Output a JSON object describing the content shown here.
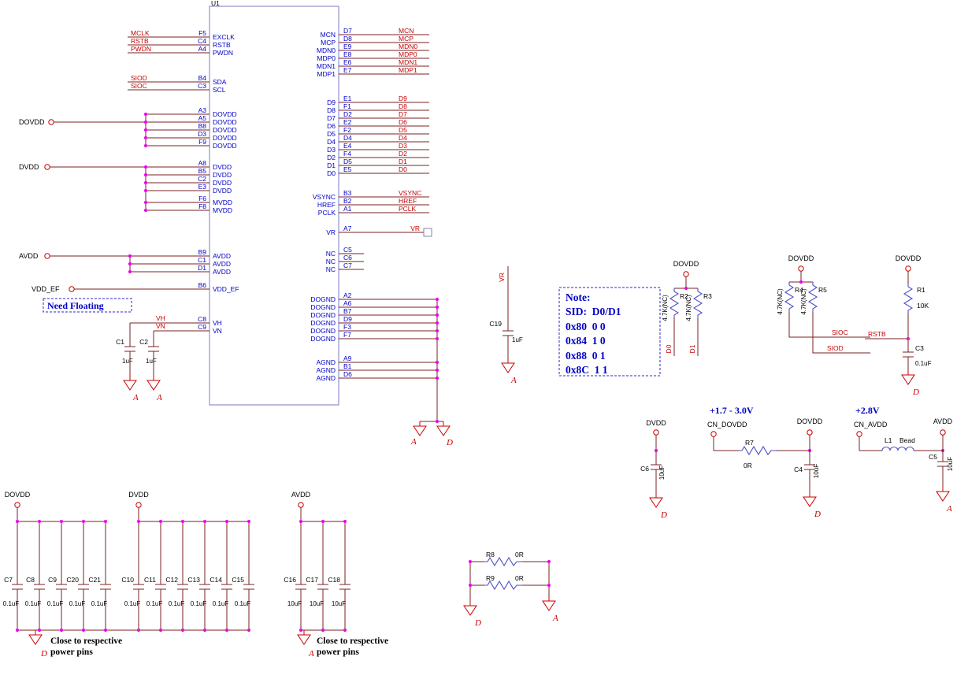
{
  "ic": {
    "refdes": "U1",
    "left": [
      {
        "num": "F5",
        "name": "EXCLK",
        "net": "MCLK"
      },
      {
        "num": "C4",
        "name": "RSTB",
        "net": "RSTB"
      },
      {
        "num": "A4",
        "name": "PWDN",
        "net": "PWDN"
      },
      {
        "num": "B4",
        "name": "SDA",
        "net": "SIOD"
      },
      {
        "num": "C3",
        "name": "SCL",
        "net": "SIOC"
      },
      {
        "num": "A3",
        "name": "DOVDD"
      },
      {
        "num": "A5",
        "name": "DOVDD"
      },
      {
        "num": "B8",
        "name": "DOVDD"
      },
      {
        "num": "D3",
        "name": "DOVDD"
      },
      {
        "num": "F9",
        "name": "DOVDD"
      },
      {
        "num": "A8",
        "name": "DVDD"
      },
      {
        "num": "B5",
        "name": "DVDD"
      },
      {
        "num": "C2",
        "name": "DVDD"
      },
      {
        "num": "E3",
        "name": "DVDD"
      },
      {
        "num": "F6",
        "name": "MVDD"
      },
      {
        "num": "F8",
        "name": "MVDD"
      },
      {
        "num": "B9",
        "name": "AVDD"
      },
      {
        "num": "C1",
        "name": "AVDD"
      },
      {
        "num": "D1",
        "name": "AVDD"
      },
      {
        "num": "B6",
        "name": "VDD_EF"
      },
      {
        "num": "C8",
        "name": "VH",
        "net": "VH"
      },
      {
        "num": "C9",
        "name": "VN",
        "net": "VN"
      }
    ],
    "right": [
      {
        "num": "D7",
        "name": "MCN",
        "net": "MCN"
      },
      {
        "num": "D8",
        "name": "MCP",
        "net": "MCP"
      },
      {
        "num": "E9",
        "name": "MDN0",
        "net": "MDN0"
      },
      {
        "num": "E8",
        "name": "MDP0",
        "net": "MDP0"
      },
      {
        "num": "E6",
        "name": "MDN1",
        "net": "MDN1"
      },
      {
        "num": "E7",
        "name": "MDP1",
        "net": "MDP1"
      },
      {
        "num": "E1",
        "name": "D9",
        "net": "D9"
      },
      {
        "num": "F1",
        "name": "D8",
        "net": "D8"
      },
      {
        "num": "D2",
        "name": "D7",
        "net": "D7"
      },
      {
        "num": "E2",
        "name": "D6",
        "net": "D6"
      },
      {
        "num": "F2",
        "name": "D5",
        "net": "D5"
      },
      {
        "num": "D4",
        "name": "D4",
        "net": "D4"
      },
      {
        "num": "E4",
        "name": "D3",
        "net": "D3"
      },
      {
        "num": "F4",
        "name": "D2",
        "net": "D2"
      },
      {
        "num": "D5",
        "name": "D1",
        "net": "D1"
      },
      {
        "num": "E5",
        "name": "D0",
        "net": "D0"
      },
      {
        "num": "B3",
        "name": "VSYNC",
        "net": "VSYNC"
      },
      {
        "num": "B2",
        "name": "HREF",
        "net": "HREF"
      },
      {
        "num": "A1",
        "name": "PCLK",
        "net": "PCLK"
      },
      {
        "num": "A7",
        "name": "VR",
        "net": "VR"
      },
      {
        "num": "C5",
        "name": "NC"
      },
      {
        "num": "C6",
        "name": "NC"
      },
      {
        "num": "C7",
        "name": "NC"
      },
      {
        "num": "A2",
        "name": "DOGND"
      },
      {
        "num": "A6",
        "name": "DOGND"
      },
      {
        "num": "B7",
        "name": "DOGND"
      },
      {
        "num": "D9",
        "name": "DOGND"
      },
      {
        "num": "F3",
        "name": "DOGND"
      },
      {
        "num": "F7",
        "name": "DOGND"
      },
      {
        "num": "A9",
        "name": "AGND"
      },
      {
        "num": "B1",
        "name": "AGND"
      },
      {
        "num": "D6",
        "name": "AGND"
      }
    ]
  },
  "power": {
    "dovdd": "DOVDD",
    "dvdd": "DVDD",
    "avdd": "AVDD",
    "vdd_ef": "VDD_EF",
    "cn_dovdd": "CN_DOVDD",
    "cn_avdd": "CN_AVDD",
    "cn_dovdd_range": "+1.7 - 3.0V",
    "cn_avdd_range": "+2.8V"
  },
  "note": {
    "lines": [
      "Note:",
      "SID:  D0/D1",
      "0x80  0 0",
      "0x84  1 0",
      "0x88  0 1",
      "0x8C  1 1"
    ]
  },
  "parts": {
    "C1": {
      "ref": "C1",
      "val": "1uF"
    },
    "C2": {
      "ref": "C2",
      "val": "1uF"
    },
    "C3": {
      "ref": "C3",
      "val": "0.1uF"
    },
    "C4": {
      "ref": "C4",
      "val": "10uF"
    },
    "C5": {
      "ref": "C5",
      "val": "10uF"
    },
    "C6": {
      "ref": "C6",
      "val": "10uF"
    },
    "C19": {
      "ref": "C19",
      "val": "1uF"
    },
    "R1": {
      "ref": "R1",
      "val": "10K"
    },
    "R2": {
      "ref": "R2",
      "val": "4.7K(NC)"
    },
    "R3": {
      "ref": "R3",
      "val": "4.7K(NC)"
    },
    "R4": {
      "ref": "R4",
      "val": "4.7K(NC)"
    },
    "R5": {
      "ref": "R5",
      "val": "4.7K(NC)"
    },
    "R7": {
      "ref": "R7",
      "val": "0R"
    },
    "R8": {
      "ref": "R8",
      "val": "0R"
    },
    "R9": {
      "ref": "R9",
      "val": "0R"
    },
    "L1": {
      "ref": "L1",
      "val": "Bead"
    }
  },
  "rows": {
    "dovdd": [
      {
        "ref": "C7",
        "val": "0.1uF"
      },
      {
        "ref": "C8",
        "val": "0.1uF"
      },
      {
        "ref": "C9",
        "val": "0.1uF"
      },
      {
        "ref": "C20",
        "val": "0.1uF"
      },
      {
        "ref": "C21",
        "val": "0.1uF"
      }
    ],
    "dvdd": [
      {
        "ref": "C10",
        "val": "0.1uF"
      },
      {
        "ref": "C11",
        "val": "0.1uF"
      },
      {
        "ref": "C12",
        "val": "0.1uF"
      },
      {
        "ref": "C13",
        "val": "0.1uF"
      },
      {
        "ref": "C14",
        "val": "0.1uF"
      },
      {
        "ref": "C15",
        "val": "0.1uF"
      }
    ],
    "avdd": [
      {
        "ref": "C16",
        "val": "10uF"
      },
      {
        "ref": "C17",
        "val": "10uF"
      },
      {
        "ref": "C18",
        "val": "10uF"
      }
    ]
  },
  "nets": {
    "vr": "VR",
    "rstb": "RSTB",
    "sioc": "SIOC",
    "siod": "SIOD",
    "d0": "D0",
    "d1": "D1"
  },
  "grounds": {
    "analog": "A",
    "digital": "D"
  },
  "annotations": {
    "need_floating": "Need Floating",
    "close_1": "Close to respective",
    "close_2": "power pins"
  }
}
